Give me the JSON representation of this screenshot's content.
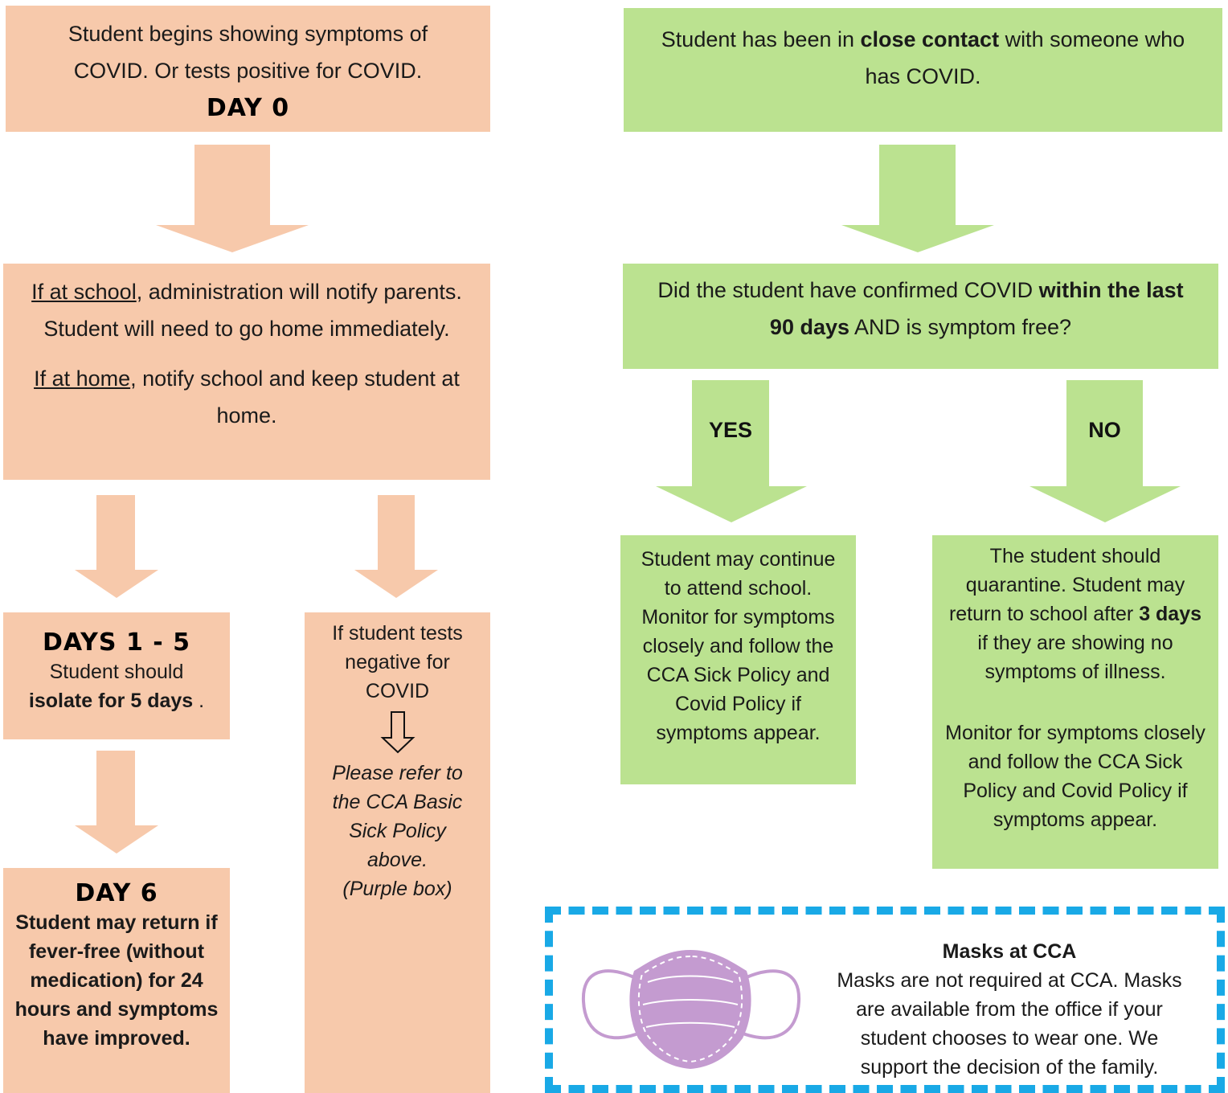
{
  "colors": {
    "peach": "#f7c9ab",
    "green": "#bbe290",
    "mask": "#c49bd0",
    "dash_border": "#19a9e6"
  },
  "symptoms": {
    "text": "Student begins showing symptoms of COVID. Or tests positive for COVID.",
    "day_label": "DAY 0"
  },
  "notify": {
    "school_link": "If at school",
    "school_text": ", administration will notify parents. Student will need to go home immediately.",
    "home_link": "If at home",
    "home_text": ", notify school and keep student at home."
  },
  "isolate": {
    "title": "DAYS 1 - 5",
    "line1": "Student should",
    "bold": "isolate for 5 days",
    "end": " ."
  },
  "return_box": {
    "title": "DAY 6",
    "text": "Student may return if fever-free (without medication) for 24 hours and symptoms have improved."
  },
  "negative": {
    "text": "If student tests negative for COVID",
    "note": "Please refer to the CCA Basic Sick Policy above.",
    "note2": "(Purple box)"
  },
  "contact": {
    "pre": "Student has been in ",
    "bold": "close contact",
    "post": " with someone who has COVID."
  },
  "question": {
    "pre": "Did the student have confirmed COVID ",
    "bold": "within the last 90 days",
    "post": " AND is symptom free?"
  },
  "yes_label": "YES",
  "no_label": "NO",
  "yes_box": {
    "text": "Student may continue to attend school. Monitor for symptoms closely and follow the CCA Sick Policy and Covid Policy if symptoms appear."
  },
  "no_box": {
    "pre": "The student should quarantine. Student may return to school after ",
    "bold": "3 days",
    "post": " if they are showing no symptoms of illness.",
    "para2": "Monitor for symptoms closely and follow the CCA Sick Policy and Covid Policy if symptoms appear."
  },
  "masks": {
    "title": "Masks at CCA",
    "text": "Masks are not required at CCA. Masks are available from the office if your student chooses to wear one. We support the decision of the family.",
    "icon": "face-mask-icon"
  }
}
